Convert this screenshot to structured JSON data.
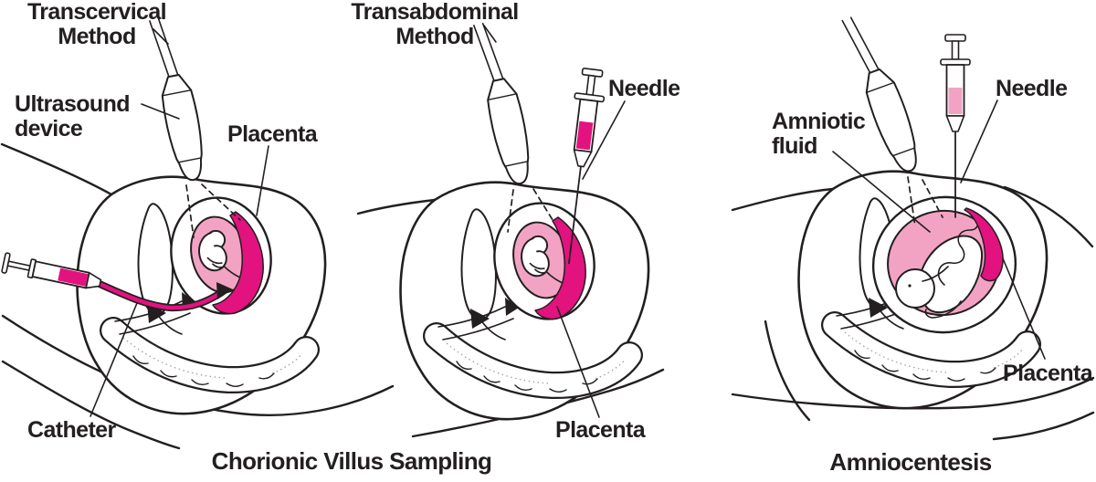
{
  "figure": {
    "background": "#ffffff",
    "ink": "#231f20",
    "fluid_pink": "#f2a3c3",
    "placenta_magenta": "#e2127f",
    "panels": [
      {
        "name": "transcervical-cvs",
        "method_title": "Transcervical\nMethod",
        "labels": {
          "ultrasound": "Ultrasound\ndevice",
          "placenta": "Placenta",
          "catheter": "Catheter"
        }
      },
      {
        "name": "transabdominal-cvs",
        "method_title": "Transabdominal\nMethod",
        "labels": {
          "needle": "Needle",
          "placenta": "Placenta"
        }
      },
      {
        "name": "amniocentesis",
        "labels": {
          "amniotic_fluid": "Amniotic\nfluid",
          "needle": "Needle",
          "placenta": "Placenta"
        }
      }
    ],
    "captions": {
      "cvs": "Chorionic Villus Sampling",
      "amnio": "Amniocentesis"
    }
  }
}
